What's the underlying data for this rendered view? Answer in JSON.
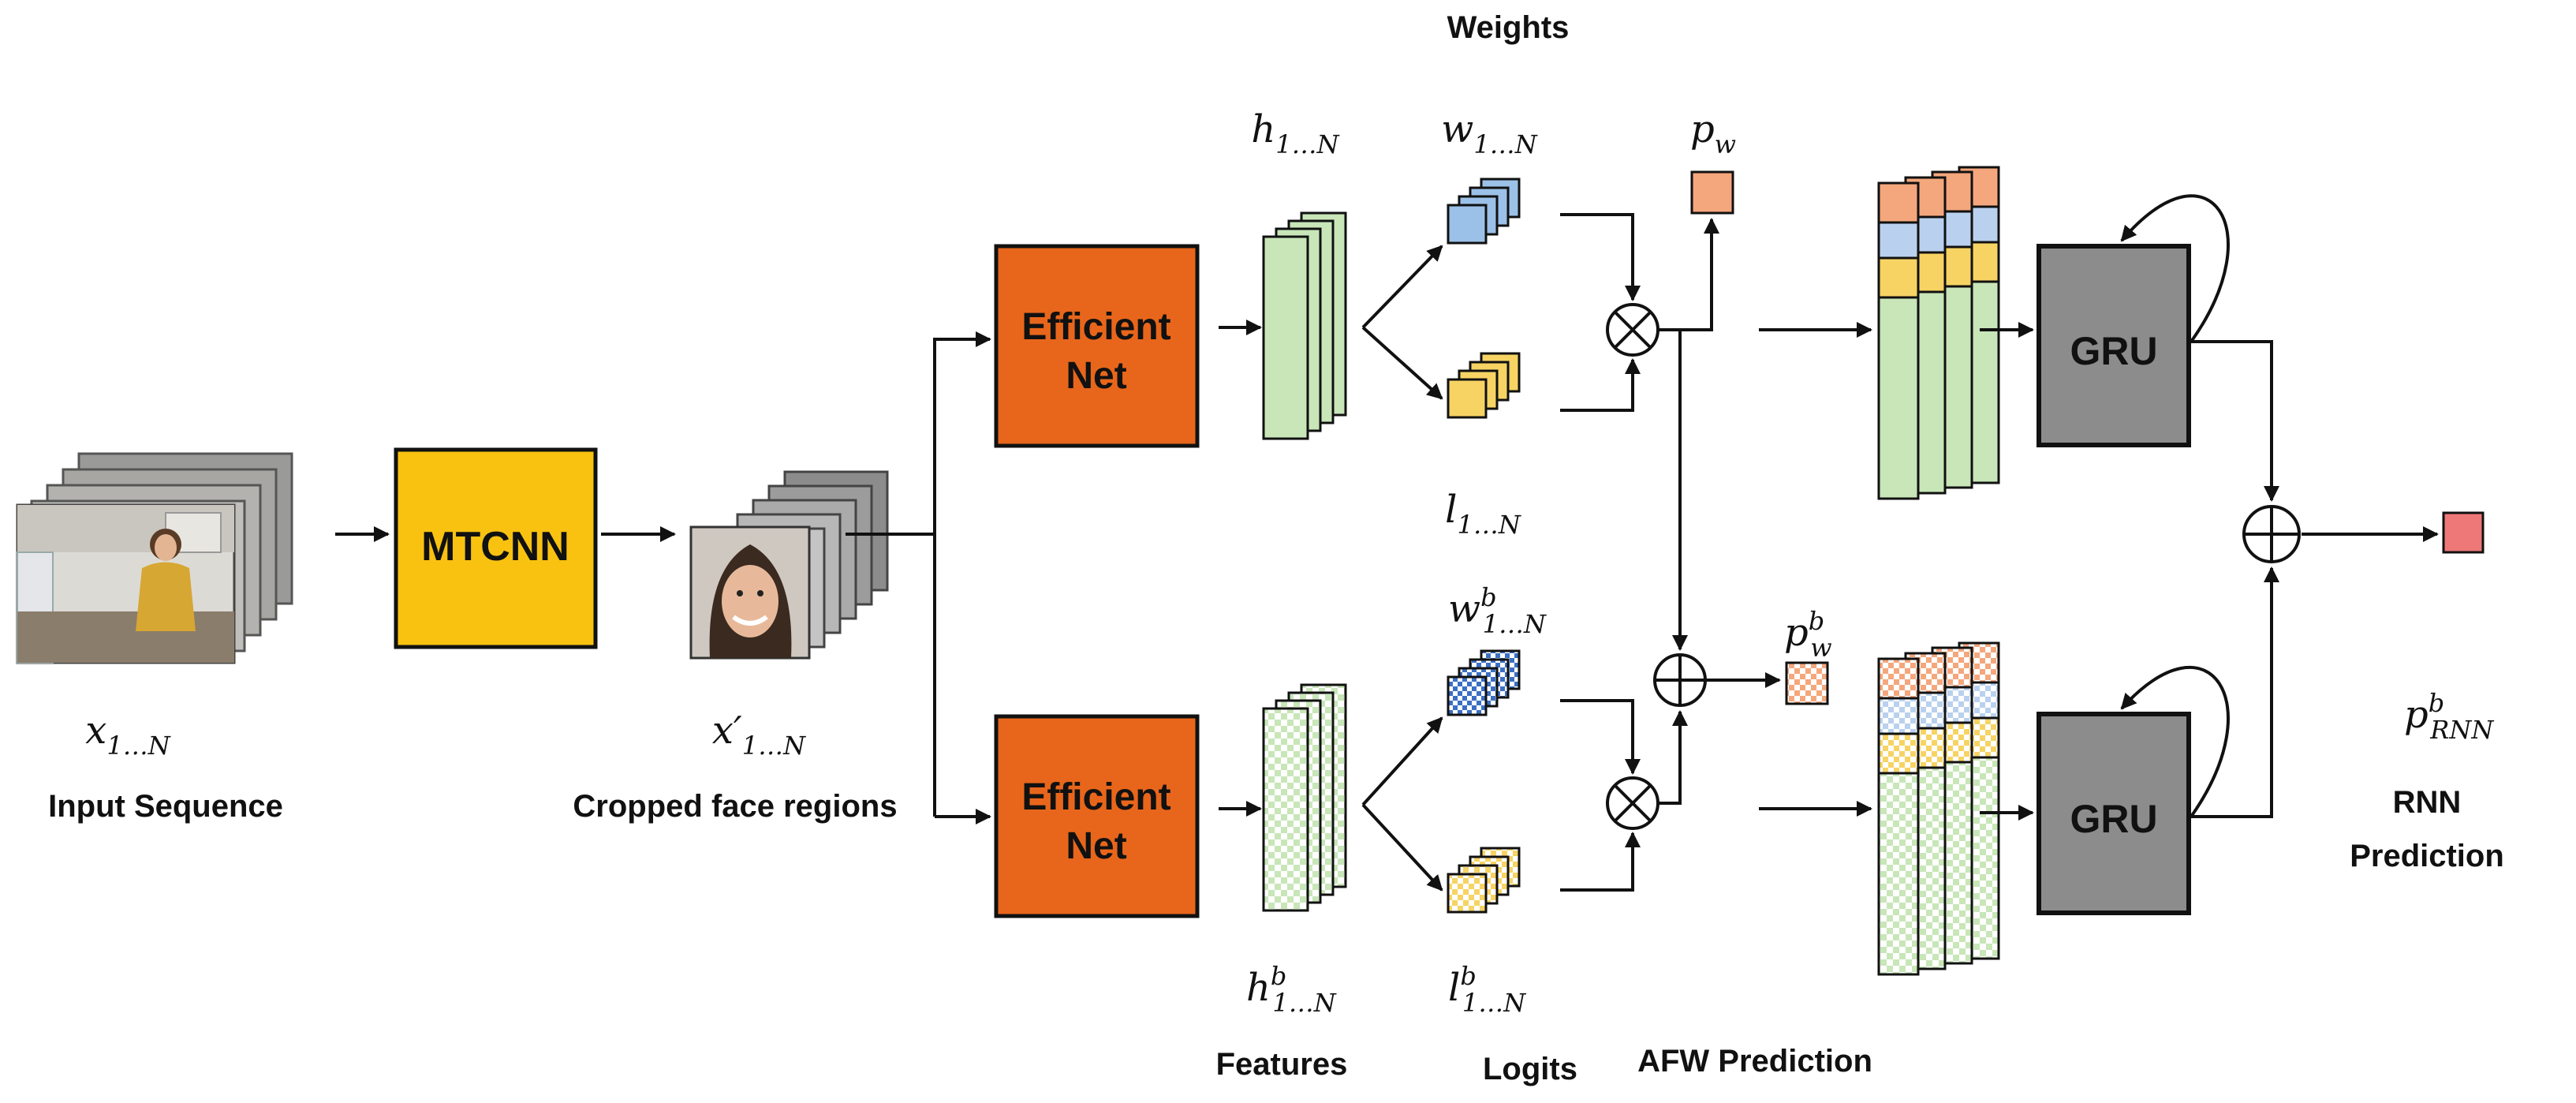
{
  "colors": {
    "mtcnn": "#F9C210",
    "efficientnet": "#E8661B",
    "gru": "#8C8C8C",
    "feature": "#C8E6B8",
    "weight": "#9CC1E8",
    "logit": "#F6D363",
    "pw": "#F4A77C",
    "output": "#EE7878"
  },
  "icons": {
    "multiply": "circled-times-icon",
    "add": "circled-plus-icon"
  },
  "headings": {
    "weights": "Weights"
  },
  "math": {
    "x_base": "x",
    "x_sub": "1…N",
    "xp_base": "x′",
    "xp_sub": "1…N",
    "h_base": "h",
    "h_sub": "1…N",
    "w_base": "w",
    "w_sub": "1…N",
    "l_base": "l",
    "l_sub": "1…N",
    "pw_base": "p",
    "pw_sub": "w",
    "hb_base": "h",
    "hb_sup": "b",
    "hb_sub": "1…N",
    "wb_base": "w",
    "wb_sup": "b",
    "wb_sub": "1…N",
    "lb_base": "l",
    "lb_sup": "b",
    "lb_sub": "1…N",
    "pwb_base": "p",
    "pwb_sup": "b",
    "pwb_sub": "w",
    "prnn_base": "p",
    "prnn_sup": "b",
    "prnn_sub": "RNN"
  },
  "labels": {
    "input_sequence": "Input Sequence",
    "cropped_faces": "Cropped face regions",
    "features": "Features",
    "logits": "Logits",
    "afw_prediction": "AFW Prediction",
    "rnn_prediction_line1": "RNN",
    "rnn_prediction_line2": "Prediction"
  },
  "blocks": {
    "mtcnn": "MTCNN",
    "efficientnet_top_line1": "Efficient",
    "efficientnet_top_line2": "Net",
    "efficientnet_bottom_line1": "Efficient",
    "efficientnet_bottom_line2": "Net",
    "gru_top": "GRU",
    "gru_bottom": "GRU"
  }
}
